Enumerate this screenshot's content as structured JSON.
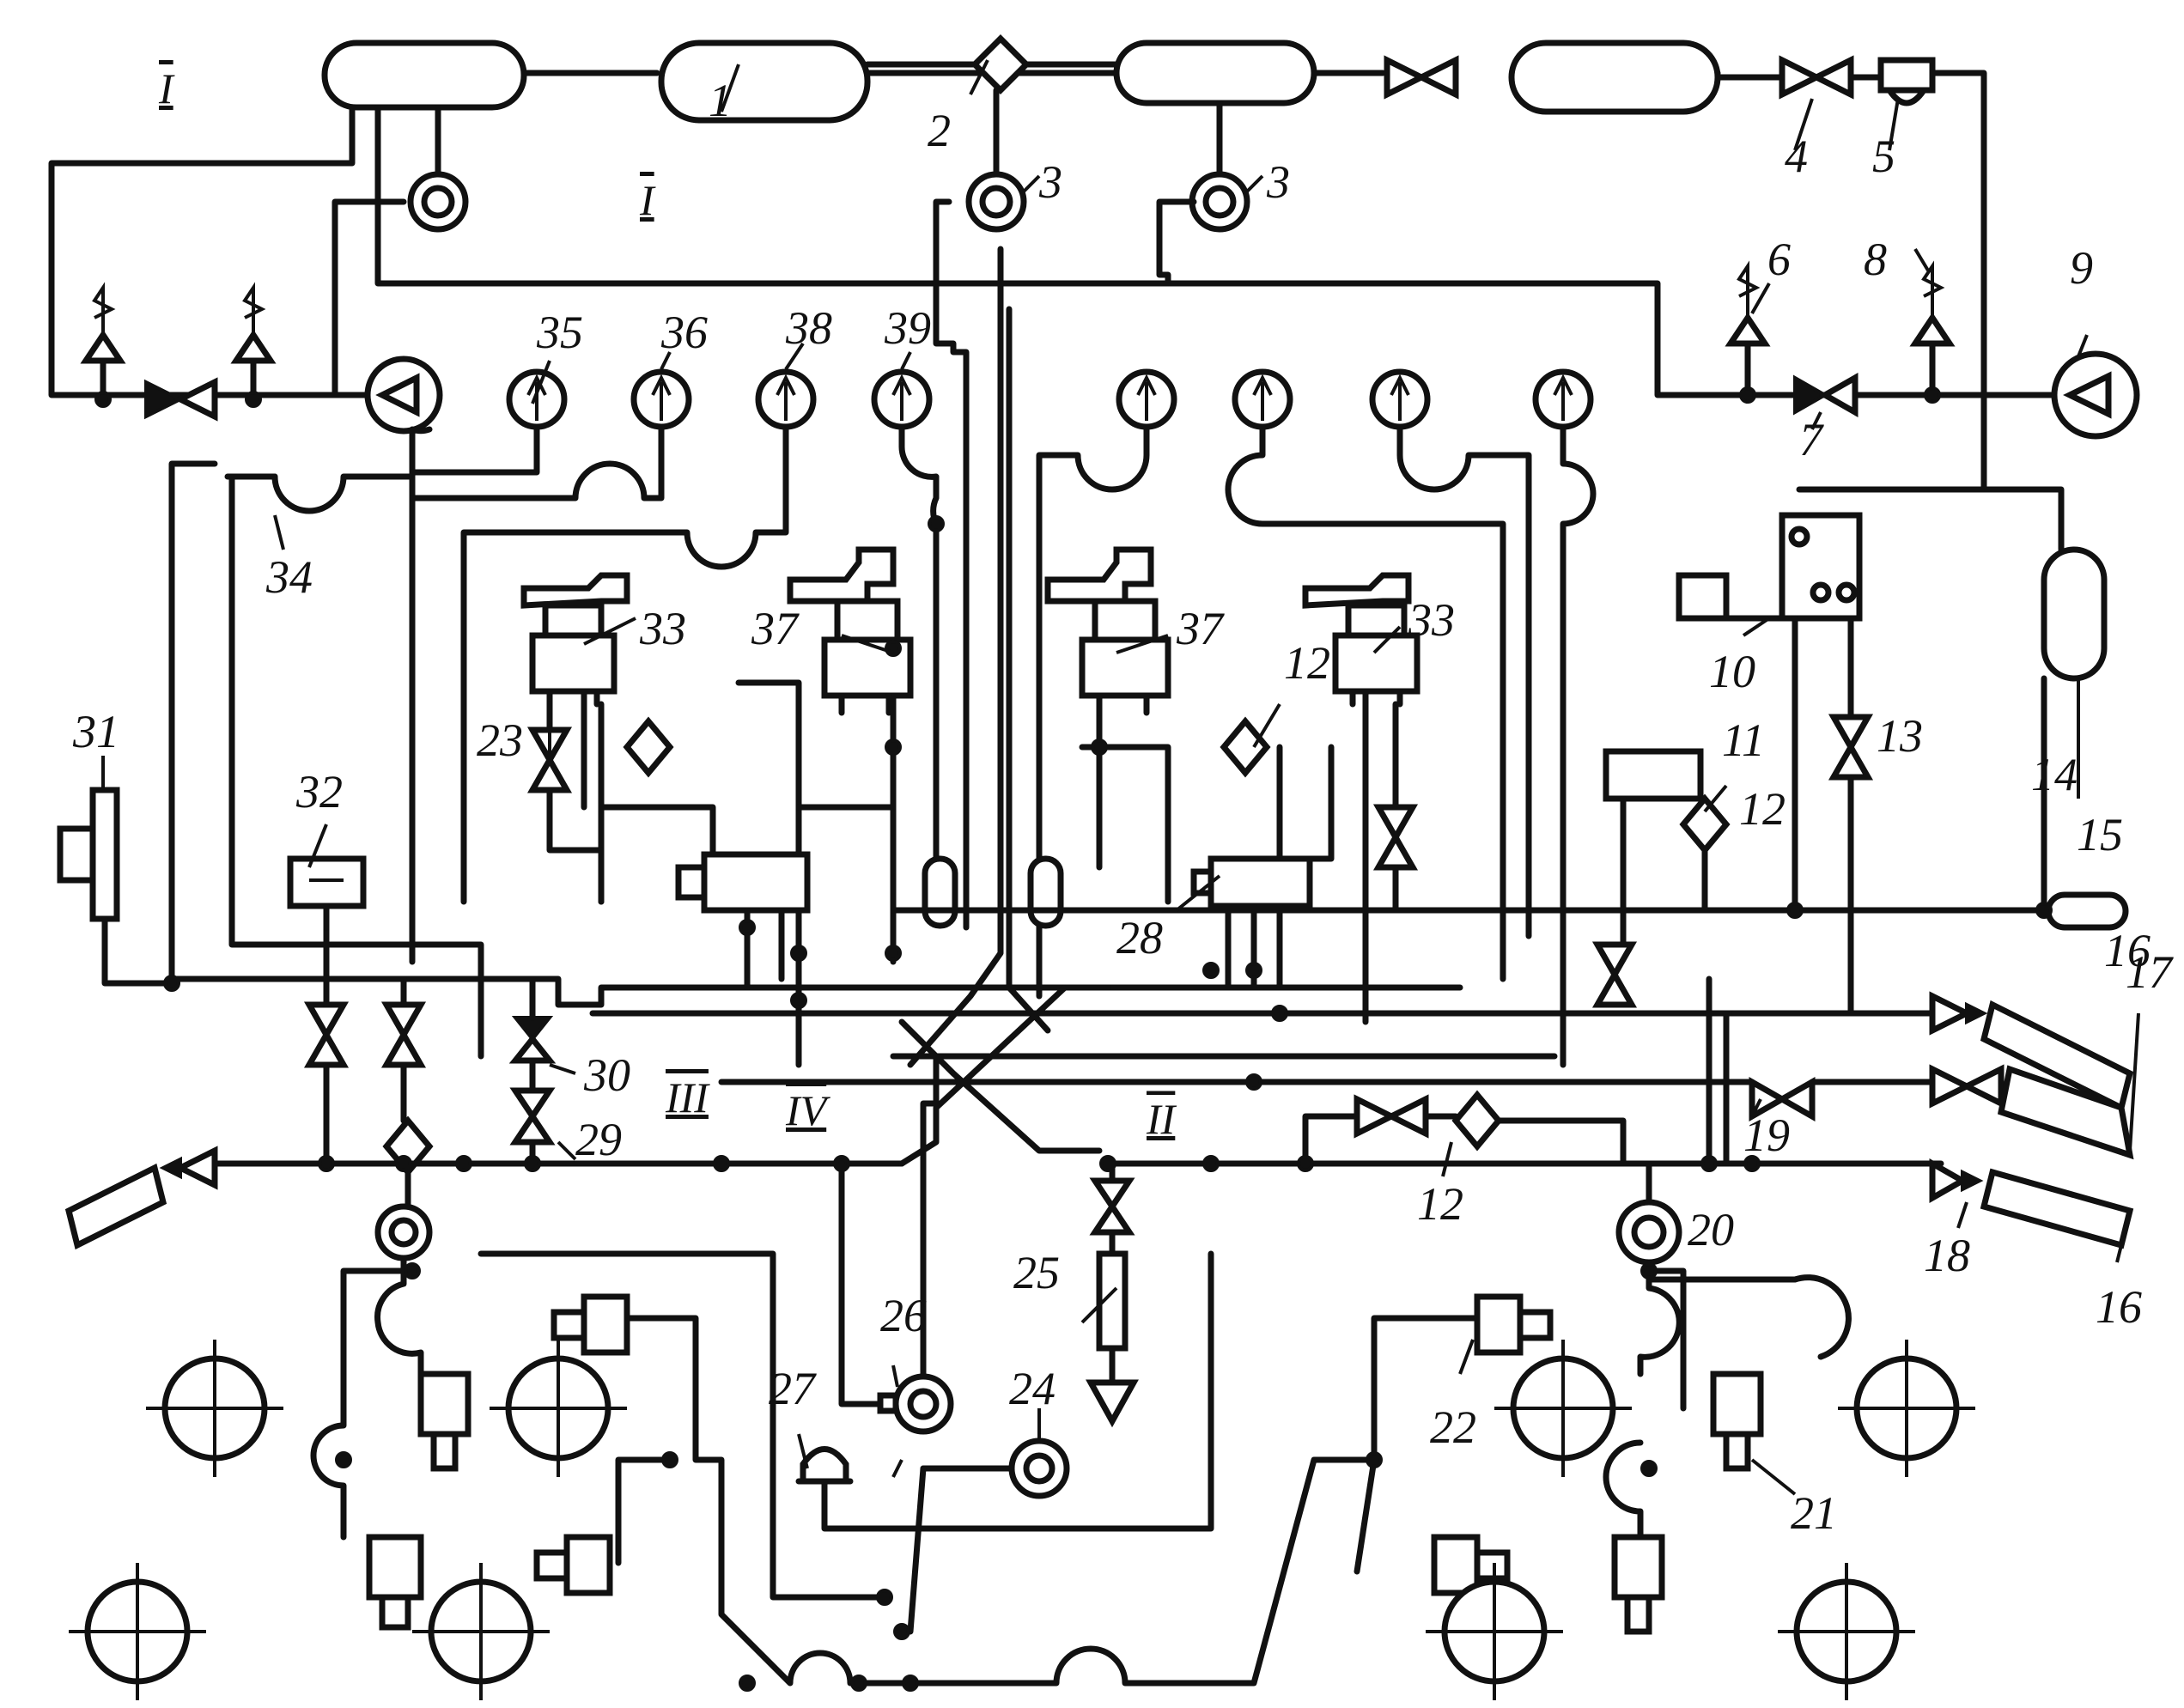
{
  "labels": {
    "n1": "1",
    "n2": "2",
    "n3a": "3",
    "n3b": "3",
    "n4": "4",
    "n5": "5",
    "n6": "6",
    "n7": "7",
    "n8": "8",
    "n9": "9",
    "n10": "10",
    "n11": "11",
    "n12a": "12",
    "n12b": "12",
    "n12c": "12",
    "n13": "13",
    "n14": "14",
    "n15": "15",
    "n16a": "16",
    "n16b": "16",
    "n17": "17",
    "n18": "18",
    "n19": "19",
    "n20": "20",
    "n21": "21",
    "n22": "22",
    "n23": "23",
    "n24": "24",
    "n25": "25",
    "n26": "26",
    "n27": "27",
    "n28": "28",
    "n29": "29",
    "n30": "30",
    "n31": "31",
    "n32": "32",
    "n33a": "33",
    "n33b": "33",
    "n34": "34",
    "n35": "35",
    "n36": "36",
    "n37a": "37",
    "n37b": "37",
    "n38": "38",
    "n39": "39"
  },
  "lines": {
    "l1a": "I",
    "l1b": "I",
    "l2": "II",
    "l3": "III",
    "l4": "IV"
  }
}
